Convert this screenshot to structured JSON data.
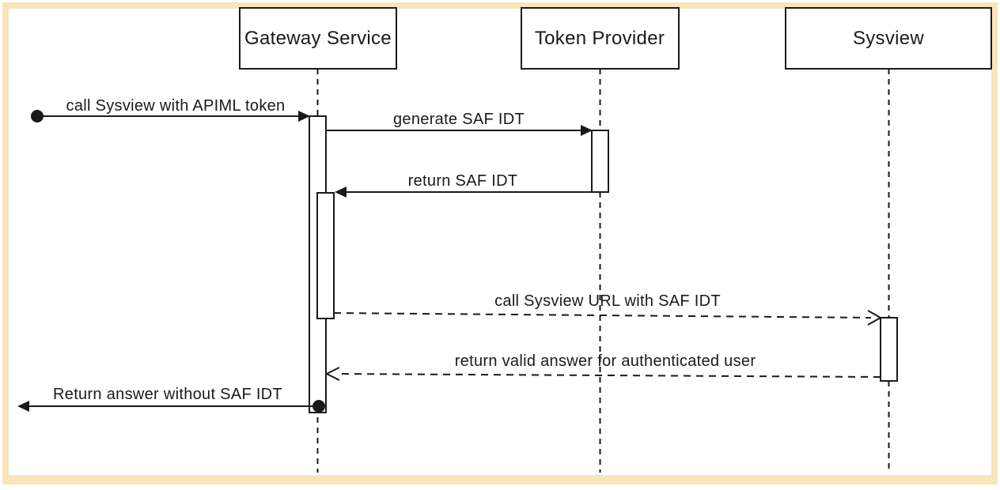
{
  "diagram": {
    "type": "uml-sequence-diagram",
    "participants": [
      {
        "id": "gateway-service",
        "label": "Gateway Service"
      },
      {
        "id": "token-provider",
        "label": "Token Provider"
      },
      {
        "id": "sysview",
        "label": "Sysview"
      }
    ],
    "messages": [
      {
        "label": "call Sysview with APIML token",
        "from": "external",
        "to": "gateway-service",
        "line": "solid",
        "arrowhead": "filled",
        "origin": "filled-circle"
      },
      {
        "label": "generate SAF IDT",
        "from": "gateway-service",
        "to": "token-provider",
        "line": "solid",
        "arrowhead": "filled"
      },
      {
        "label": "return SAF IDT",
        "from": "token-provider",
        "to": "gateway-service",
        "line": "solid",
        "arrowhead": "filled"
      },
      {
        "label": "call Sysview URL with SAF IDT",
        "from": "gateway-service",
        "to": "sysview",
        "line": "dashed",
        "arrowhead": "open"
      },
      {
        "label": "return valid answer for authenticated user",
        "from": "sysview",
        "to": "gateway-service",
        "line": "dashed",
        "arrowhead": "open"
      },
      {
        "label": "Return answer without SAF IDT",
        "from": "gateway-service",
        "to": "external",
        "line": "solid",
        "arrowhead": "filled",
        "terminus": "filled-circle"
      }
    ],
    "colors": {
      "frame": "#F8E5BA",
      "line": "#1A1A1A",
      "background": "#FFFFFF"
    }
  }
}
